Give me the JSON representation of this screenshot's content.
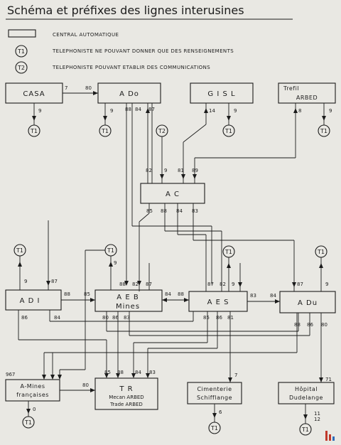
{
  "title": "Schéma et préfixes des lignes interusines",
  "legend": [
    {
      "symbol": "",
      "text": "CENTRAL AUTOMATIQUE"
    },
    {
      "symbol": "T1",
      "text": "TELEPHONISTE NE POUVANT DONNER QUE DES RENSEIGNEMENTS"
    },
    {
      "symbol": "T2",
      "text": "TELEPHONISTE POUVANT ETABLIR DES COMMUNICATIONS"
    }
  ],
  "boxes": {
    "casa": [
      "CASA"
    ],
    "ado": [
      "A Do"
    ],
    "gisl": [
      "G I S L"
    ],
    "trefil": [
      "Trefil",
      "ARBED"
    ],
    "ac": [
      "A C"
    ],
    "adi": [
      "A D I"
    ],
    "aeb": [
      "A E B",
      "Mines"
    ],
    "aes": [
      "A E S"
    ],
    "adu": [
      "A Du"
    ],
    "amines": [
      "A-Mines",
      "françaises"
    ],
    "tr": [
      "T R",
      "Mecan ARBED",
      "Trade ARBED"
    ],
    "cimenterie": [
      "Cimenterie",
      "Schifflange"
    ],
    "hopital": [
      "Hôpital",
      "Dudelange"
    ]
  },
  "operators": {
    "t1": "T1",
    "t2": "T2"
  },
  "codes": {
    "c7": "7",
    "c80": "80",
    "c9": "9",
    "c88": "88",
    "c84": "84",
    "c87": "87",
    "c14": "14",
    "c8": "8",
    "c82": "82",
    "c81": "81",
    "c89": "89",
    "c85": "85",
    "c83": "83",
    "c86": "86",
    "c967": "967",
    "c0": "0",
    "c71": "71",
    "c6": "6",
    "c11": "11",
    "c12": "12"
  }
}
